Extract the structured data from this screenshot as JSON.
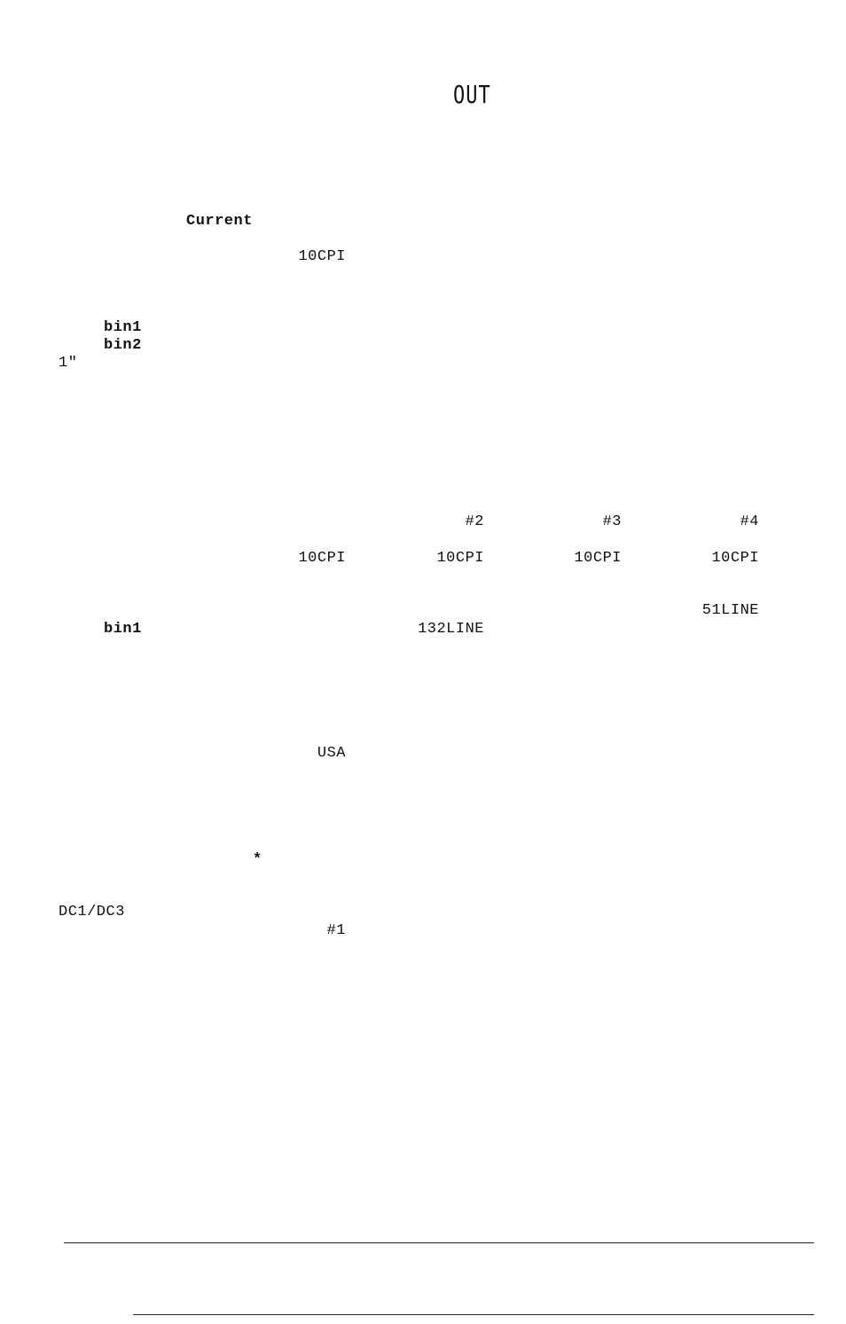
{
  "heading": "OUT",
  "current_label": "Current",
  "current_pitch": "10CPI",
  "paper_bins": [
    "bin1",
    "bin2"
  ],
  "margin_value": "1\"",
  "macro_headers": [
    "#2",
    "#3",
    "#4"
  ],
  "macro_pitches": [
    "10CPI",
    "10CPI",
    "10CPI",
    "10CPI"
  ],
  "page_length_right": "51LINE",
  "macro_bin": "bin1",
  "line_length": "132LINE",
  "country": "USA",
  "asterisk": "*",
  "protocol": "DC1/DC3",
  "macro_selected": "#1"
}
